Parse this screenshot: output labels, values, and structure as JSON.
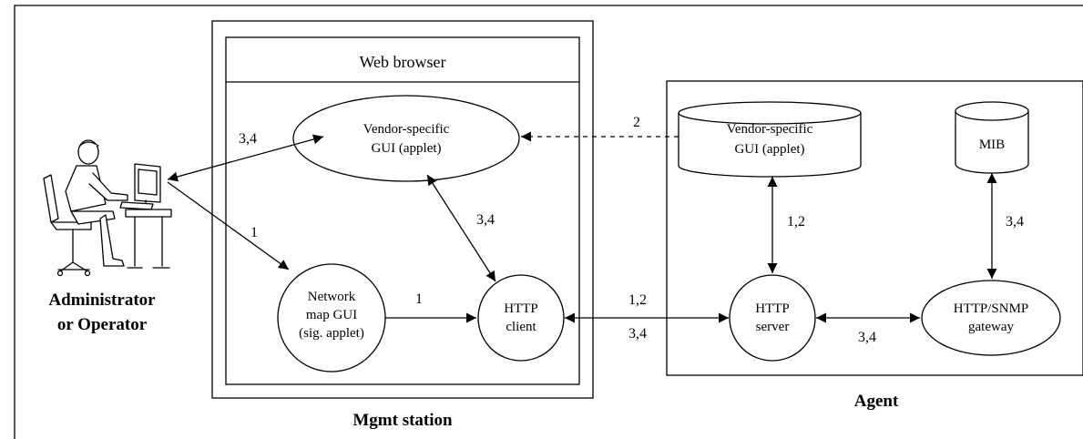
{
  "containers": {
    "mgmt_station": "Mgmt station",
    "web_browser": "Web browser",
    "agent": "Agent"
  },
  "actor": {
    "line1": "Administrator",
    "line2": "or Operator"
  },
  "nodes": {
    "vendor_gui_browser": [
      "Vendor-specific",
      "GUI (applet)"
    ],
    "network_map_gui": [
      "Network",
      "map GUI",
      "(sig. applet)"
    ],
    "http_client": [
      "HTTP",
      "client"
    ],
    "vendor_gui_store": [
      "Vendor-specific",
      "GUI (applet)"
    ],
    "mib": [
      "MIB"
    ],
    "http_server": [
      "HTTP",
      "server"
    ],
    "http_snmp_gateway": [
      "HTTP/SNMP",
      "gateway"
    ]
  },
  "edge_labels": {
    "admin_to_vendor_gui": "3,4",
    "admin_to_network_map": "1",
    "store_to_vendor_gui": "2",
    "vendor_gui_to_client": "3,4",
    "network_map_to_client": "1",
    "client_server_top": "1,2",
    "client_server_bottom": "3,4",
    "store_to_server": "1,2",
    "mib_to_gateway": "3,4",
    "server_to_gateway": "3,4"
  }
}
